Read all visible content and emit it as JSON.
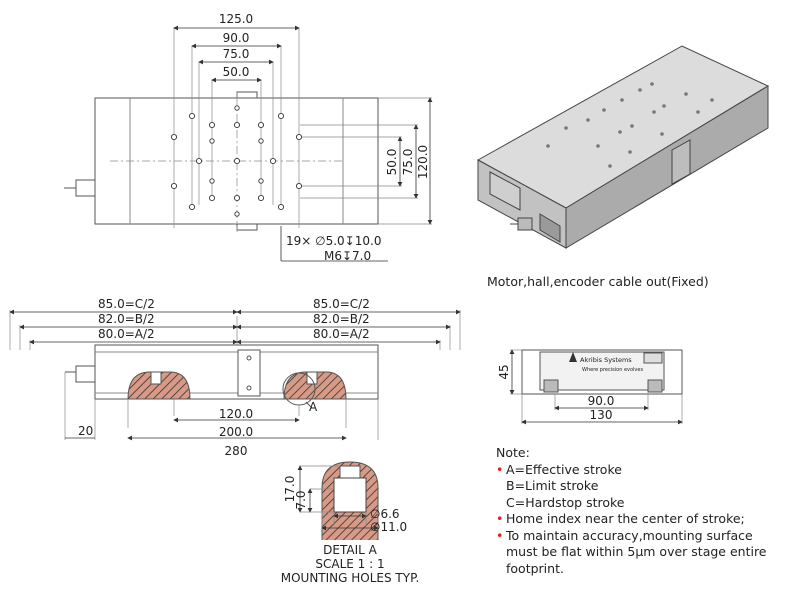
{
  "top_view": {
    "dims_h": [
      "125.0",
      "90.0",
      "75.0",
      "50.0"
    ],
    "dims_v": [
      "50.0",
      "75.0",
      "120.0"
    ],
    "hole_note": [
      "19× ∅5.0↧10.0",
      "M6↧7.0"
    ]
  },
  "iso_view": {
    "caption": "Motor,hall,encoder cable out(Fixed)"
  },
  "side_view": {
    "strokes_left": [
      "85.0=C/2",
      "82.0=B/2",
      "80.0=A/2"
    ],
    "strokes_right": [
      "85.0=C/2",
      "82.0=B/2",
      "80.0=A/2"
    ],
    "dims": [
      "120.0",
      "200.0",
      "280"
    ],
    "offset": "20",
    "detail_marker": "A"
  },
  "detail_a": {
    "dims_v": [
      "17.0",
      "7.0"
    ],
    "dims_d": [
      "∅6.6",
      "∅11.0"
    ],
    "title": [
      "DETAIL A",
      "SCALE 1 : 1",
      "MOUNTING HOLES TYP."
    ]
  },
  "end_view": {
    "height": "45",
    "widths": [
      "90.0",
      "130"
    ],
    "brand": "Akribis Systems",
    "tagline": "Where precision evolves"
  },
  "notes": {
    "title": "Note:",
    "items": [
      [
        "A=Effective stroke",
        "B=Limit stroke",
        "C=Hardstop stroke"
      ],
      [
        "Home index near the center of stroke;"
      ],
      [
        "To maintain accuracy,mounting surface",
        "must be flat within 5μm over stage entire",
        "footprint."
      ]
    ]
  }
}
